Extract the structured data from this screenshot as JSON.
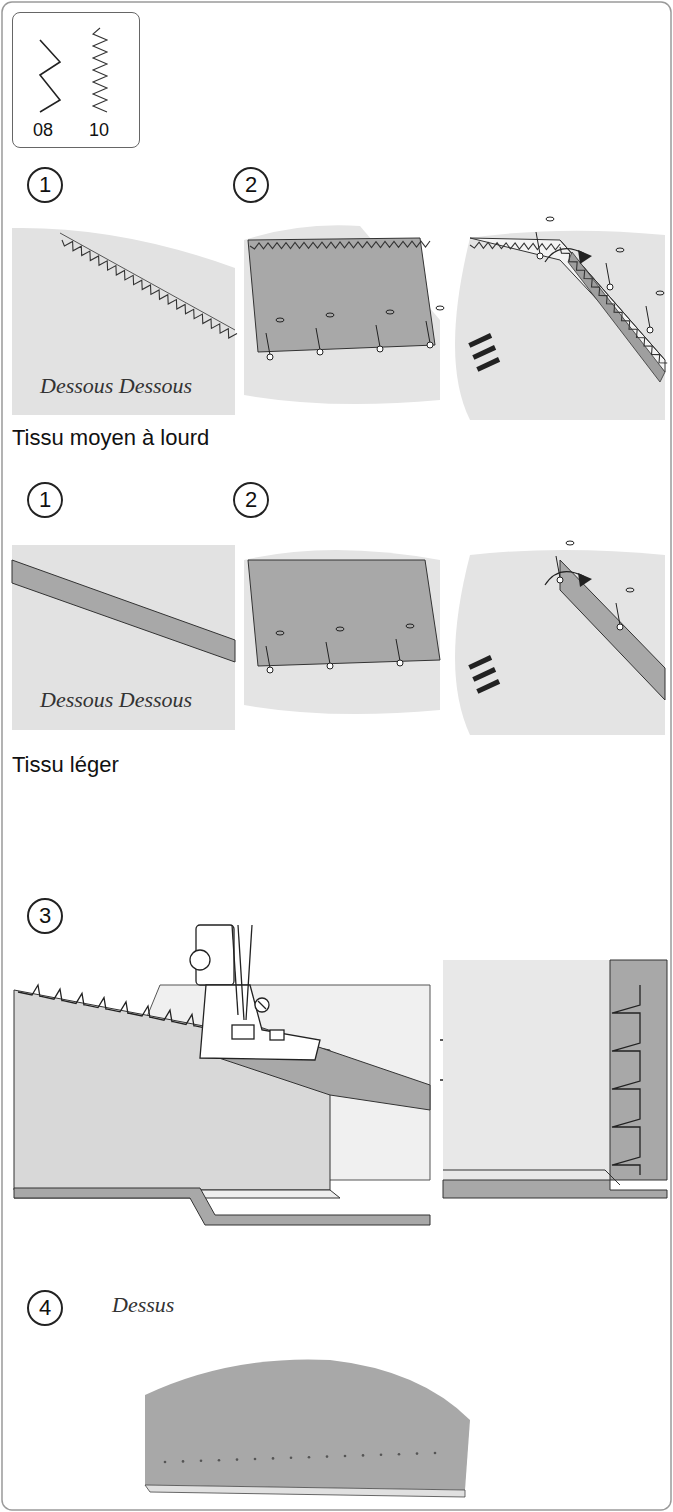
{
  "diagram": {
    "nodes": [
      {
        "text": [
          "08",
          "10"
        ]
      },
      {
        "text": [
          "1"
        ]
      },
      {
        "text": [
          "2"
        ]
      },
      {
        "text": [
          "1"
        ]
      },
      {
        "text": [
          "2"
        ]
      },
      {
        "text": [
          "3"
        ]
      },
      {
        "text": [
          "4"
        ]
      }
    ],
    "labels": [
      "Dessous Dessous",
      "Tissu moyen à lourd",
      "Dessous Dessous",
      "Tissu léger",
      "Dessus"
    ]
  }
}
